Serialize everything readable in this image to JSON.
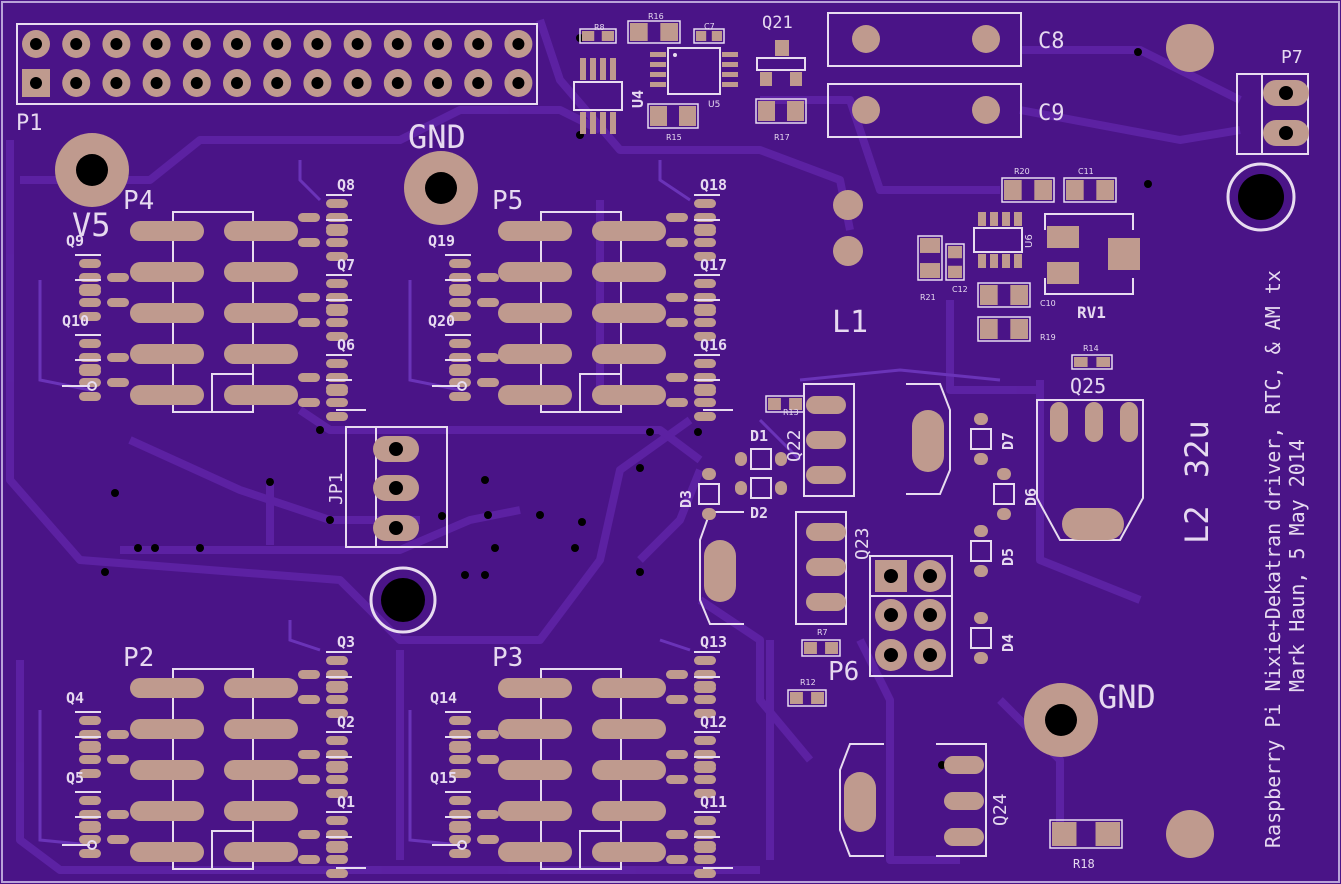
{
  "board": {
    "colors": {
      "substrate": "#4a1487",
      "copper": "#5a22a0",
      "trace": "#6a30b5",
      "pad": "#bf9a8e",
      "silk": "#e8dcf0",
      "hole": "#000000"
    },
    "title_lines": [
      "Raspberry Pi Nixie+Dekatran driver, RTC, & AM tx",
      "Mark Haun, 5 May 2014"
    ],
    "headers": {
      "P1": "P1",
      "P2": "P2",
      "P3": "P3",
      "P4": "P4",
      "P5": "P5",
      "P6": "P6",
      "P7": "P7",
      "JP1": "JP1"
    },
    "power_labels": {
      "gnd_top": "GND",
      "gnd_bottom": "GND",
      "v5": "V5"
    },
    "passives": {
      "C8": "C8",
      "C9": "C9",
      "L1": "L1",
      "L2": "L2",
      "L2_value": "32u",
      "RV1": "RV1",
      "R18": "R18",
      "R16": "R16",
      "R15": "R15",
      "R17": "R17",
      "R20": "R20",
      "R21": "R21",
      "R19": "R19",
      "R13": "R13",
      "R14": "R14",
      "R7": "R7",
      "R12": "R12",
      "C11": "C11",
      "C10": "C10",
      "C12": "C12",
      "C7": "C7",
      "R8": "R8"
    },
    "ics": {
      "U4": "U4",
      "U5": "U5",
      "U6": "U6"
    },
    "diodes": {
      "D1": "D1",
      "D2": "D2",
      "D3": "D3",
      "D4": "D4",
      "D5": "D5",
      "D6": "D6",
      "D7": "D7"
    },
    "transistors": {
      "Q1": "Q1",
      "Q2": "Q2",
      "Q3": "Q3",
      "Q4": "Q4",
      "Q5": "Q5",
      "Q6": "Q6",
      "Q7": "Q7",
      "Q8": "Q8",
      "Q9": "Q9",
      "Q10": "Q10",
      "Q11": "Q11",
      "Q12": "Q12",
      "Q13": "Q13",
      "Q14": "Q14",
      "Q15": "Q15",
      "Q16": "Q16",
      "Q17": "Q17",
      "Q18": "Q18",
      "Q19": "Q19",
      "Q20": "Q20",
      "Q21": "Q21",
      "Q22": "Q22",
      "Q23": "Q23",
      "Q24": "Q24",
      "Q25": "Q25"
    }
  }
}
